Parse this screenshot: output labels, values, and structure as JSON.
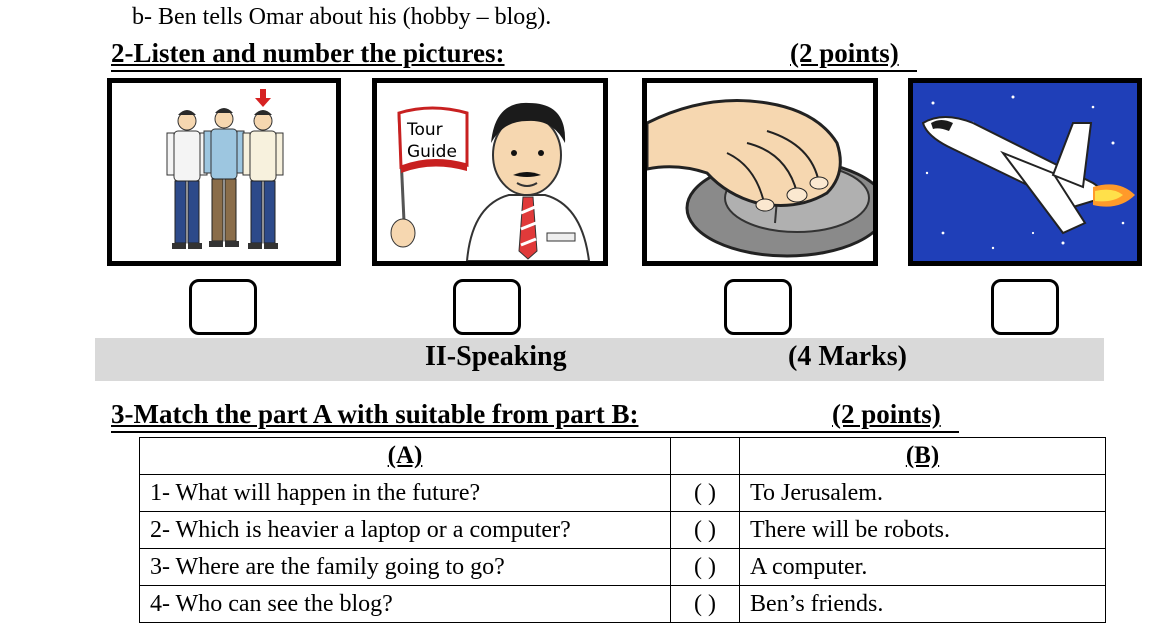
{
  "intro_line": "b- Ben tells Omar about his (hobby – blog).",
  "section2": {
    "heading": "2-Listen and number the pictures:",
    "points": "(2 points)",
    "pictures": [
      {
        "name": "three-men-picture"
      },
      {
        "name": "tour-guide-picture",
        "sign_line1": "Tour",
        "sign_line2": "Guide"
      },
      {
        "name": "computer-mouse-picture"
      },
      {
        "name": "space-shuttle-picture"
      }
    ]
  },
  "speaking": {
    "title": "II-Speaking",
    "marks": "(4 Marks)"
  },
  "section3": {
    "heading": "3-Match the part A with suitable from part B:",
    "points": "(2 points)",
    "header_a": "(A)",
    "header_b": "(B)",
    "rows": [
      {
        "a": "1- What will happen in the future?",
        "mark": "(      )",
        "b": "To Jerusalem."
      },
      {
        "a": "2- Which is heavier a laptop or a computer?",
        "mark": "(      )",
        "b": "There will be robots."
      },
      {
        "a": "3- Where are the family going to go?",
        "mark": "(      )",
        "b": "A computer."
      },
      {
        "a": "4- Who can see the blog?",
        "mark": "(      )",
        "b": "Ben’s friends."
      }
    ]
  },
  "colors": {
    "band": "#d9d9d9",
    "shirt_white": "#f4f4f4",
    "shirt_blue": "#9dc6e0",
    "jeans": "#2d4a8a",
    "arrow_red": "#d62222",
    "sky": "#1f3fb8",
    "mouse_gray": "#8a8a8a",
    "skin": "#f6d7b0"
  }
}
